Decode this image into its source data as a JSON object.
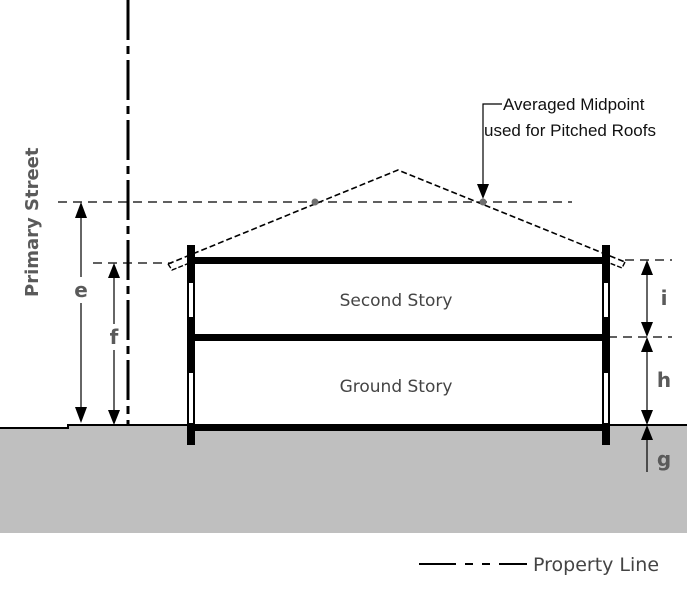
{
  "diagram": {
    "street_label": "Primary Street",
    "callout_label_line1": "Averaged Midpoint",
    "callout_label_line2": "used for Pitched Roofs",
    "stories": {
      "second": "Second Story",
      "ground": "Ground Story"
    },
    "dimensions": {
      "e": "e",
      "f": "f",
      "g": "g",
      "h": "h",
      "i": "i"
    },
    "legend": {
      "property_line_label": "Property Line"
    },
    "colors": {
      "ground_fill": "#bfbfbf",
      "line": "#000000",
      "midpoint_dot": "#6e6e6e",
      "label_text": "#5a5a5a"
    }
  }
}
